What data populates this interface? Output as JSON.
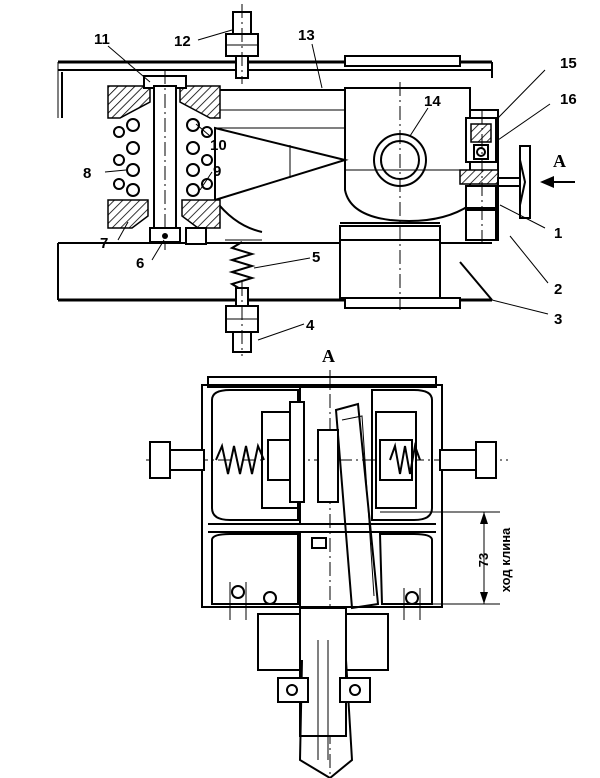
{
  "view_label": "A",
  "section_label": "A",
  "callouts": [
    "1",
    "2",
    "3",
    "4",
    "5",
    "6",
    "7",
    "8",
    "9",
    "10",
    "11",
    "12",
    "13",
    "14",
    "15",
    "16"
  ],
  "dimension": {
    "value": "73",
    "caption": "ход клина"
  }
}
